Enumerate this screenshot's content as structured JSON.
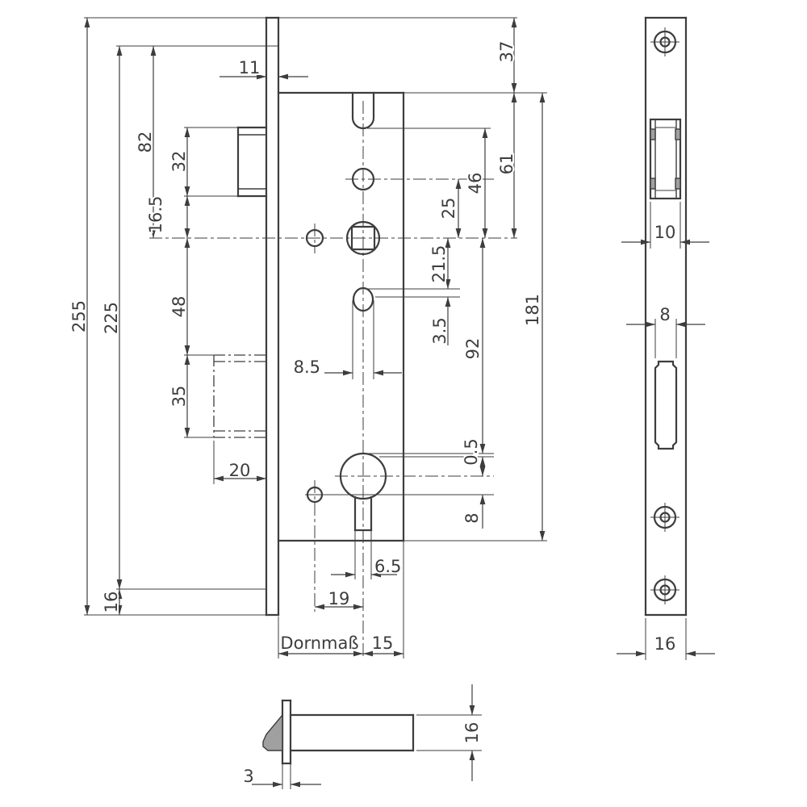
{
  "drawing": {
    "colors": {
      "ink": "#3d3d3d",
      "detail_gray": "#a0a0a0"
    },
    "labels": {
      "d255": "255",
      "d225": "225",
      "d82": "82",
      "d32": "32",
      "d16_5": "16.5",
      "d48": "48",
      "d35": "35",
      "d20": "20",
      "d16_left": "16",
      "d11": "11",
      "d37": "37",
      "d61": "61",
      "d46": "46",
      "d25": "25",
      "d21_5": "21.5",
      "d3_5": "3.5",
      "d92": "92",
      "d181": "181",
      "d0_5": "0.5",
      "d8_mid": "8",
      "d8_5": "8.5",
      "d6_5": "6.5",
      "d19": "19",
      "dornmass": "Dornmaß",
      "d15": "15",
      "d10": "10",
      "d8_plate": "8",
      "d16_plate": "16",
      "d16_latch": "16",
      "d3": "3"
    }
  }
}
